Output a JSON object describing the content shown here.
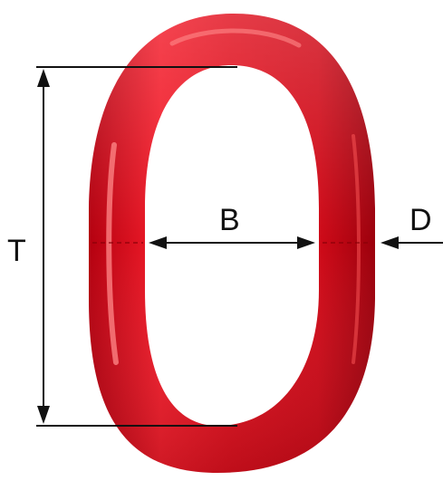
{
  "colors": {
    "ring_fill": "#e0101e",
    "ring_dark": "#b4000f",
    "ring_highlight": "#ff6b6b",
    "dimension_lines": "#111111",
    "background": "#ffffff"
  },
  "dimensions": {
    "height_label": "T",
    "inner_width_label": "B",
    "material_diameter_label": "D"
  }
}
